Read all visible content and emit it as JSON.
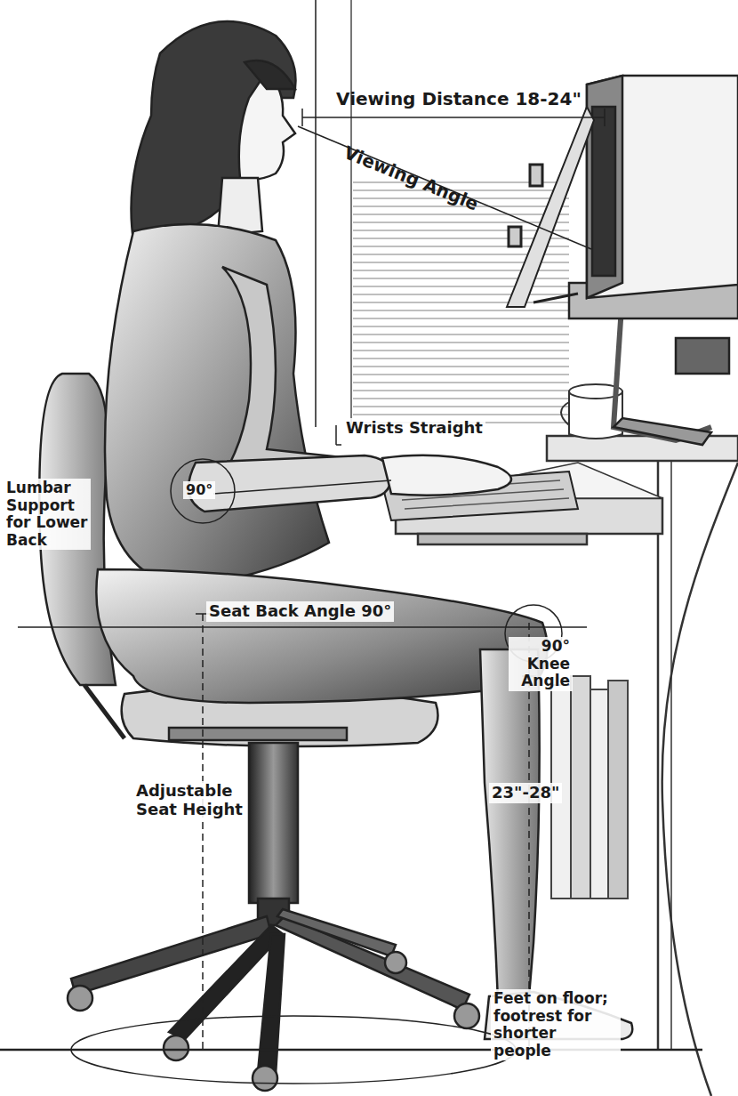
{
  "diagram": {
    "labels": [
      "Viewing Distance 18-24\"",
      "Viewing Angle",
      "Wrists Straight",
      "90°",
      "Lumbar Support for Lower Back",
      "Seat Back Angle 90°",
      "90° Knee Angle",
      "Adjustable Seat Height",
      "23\"-28\"",
      "Feet on floor; footrest for shorter people"
    ]
  }
}
